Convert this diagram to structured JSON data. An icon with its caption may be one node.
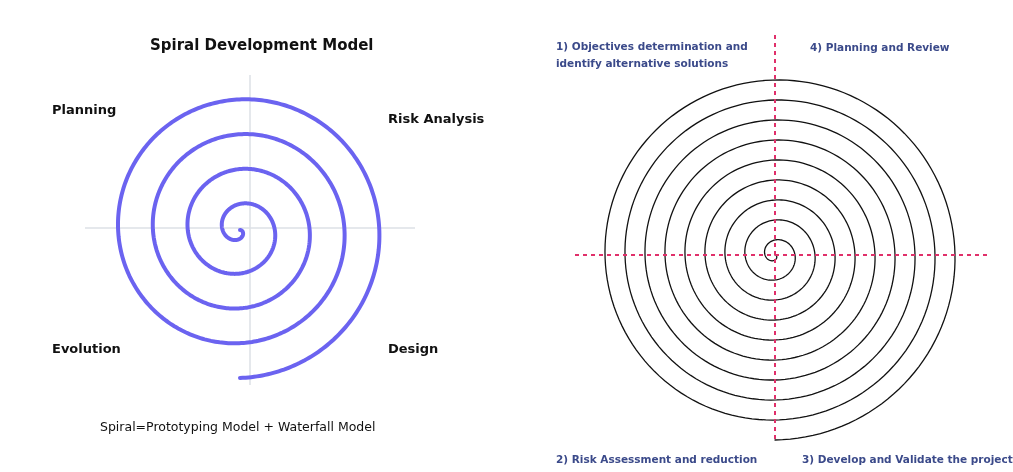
{
  "diagram": {
    "title": "Spiral Development Model",
    "labels": [
      "Planning",
      "Risk Analysis",
      "Evolution",
      "Design",
      "Spiral=Prototyping Model + Waterfall Model",
      "1) Objectives determination and identify alternative solutions",
      "4) Planning and Review",
      "2) Risk Assessment and reduction",
      "3) Develop and Validate the project"
    ]
  }
}
